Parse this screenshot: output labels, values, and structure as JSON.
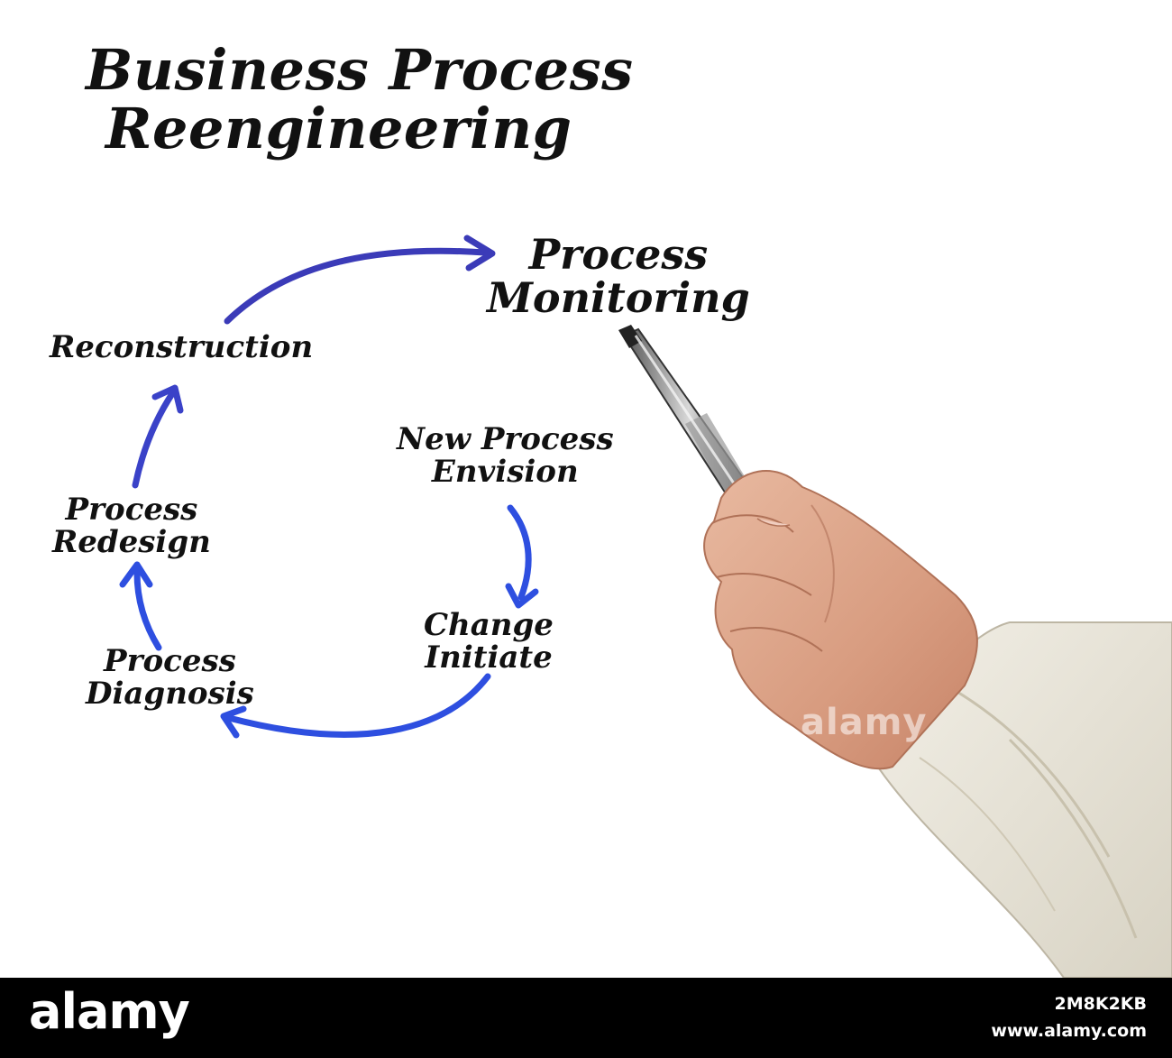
{
  "title": {
    "line1": "Business Process",
    "line2": "Reengineering"
  },
  "nodes": {
    "process_monitoring": {
      "line1": "Process",
      "line2": "Monitoring"
    },
    "reconstruction": {
      "line1": "Reconstruction"
    },
    "new_process_envision": {
      "line1": "New Process",
      "line2": "Envision"
    },
    "process_redesign": {
      "line1": "Process",
      "line2": "Redesign"
    },
    "change_initiate": {
      "line1": "Change",
      "line2": "Initiate"
    },
    "process_diagnosis": {
      "line1": "Process",
      "line2": "Diagnosis"
    }
  },
  "watermark": "alamy",
  "footer": {
    "logo": "alamy",
    "image_id": "2M8K2KB",
    "url": "www.alamy.com"
  },
  "colors": {
    "arrow_dark": "#3b3bb8",
    "arrow_bright": "#2e4fe0",
    "text": "#111111",
    "footer_bg": "#000000"
  }
}
